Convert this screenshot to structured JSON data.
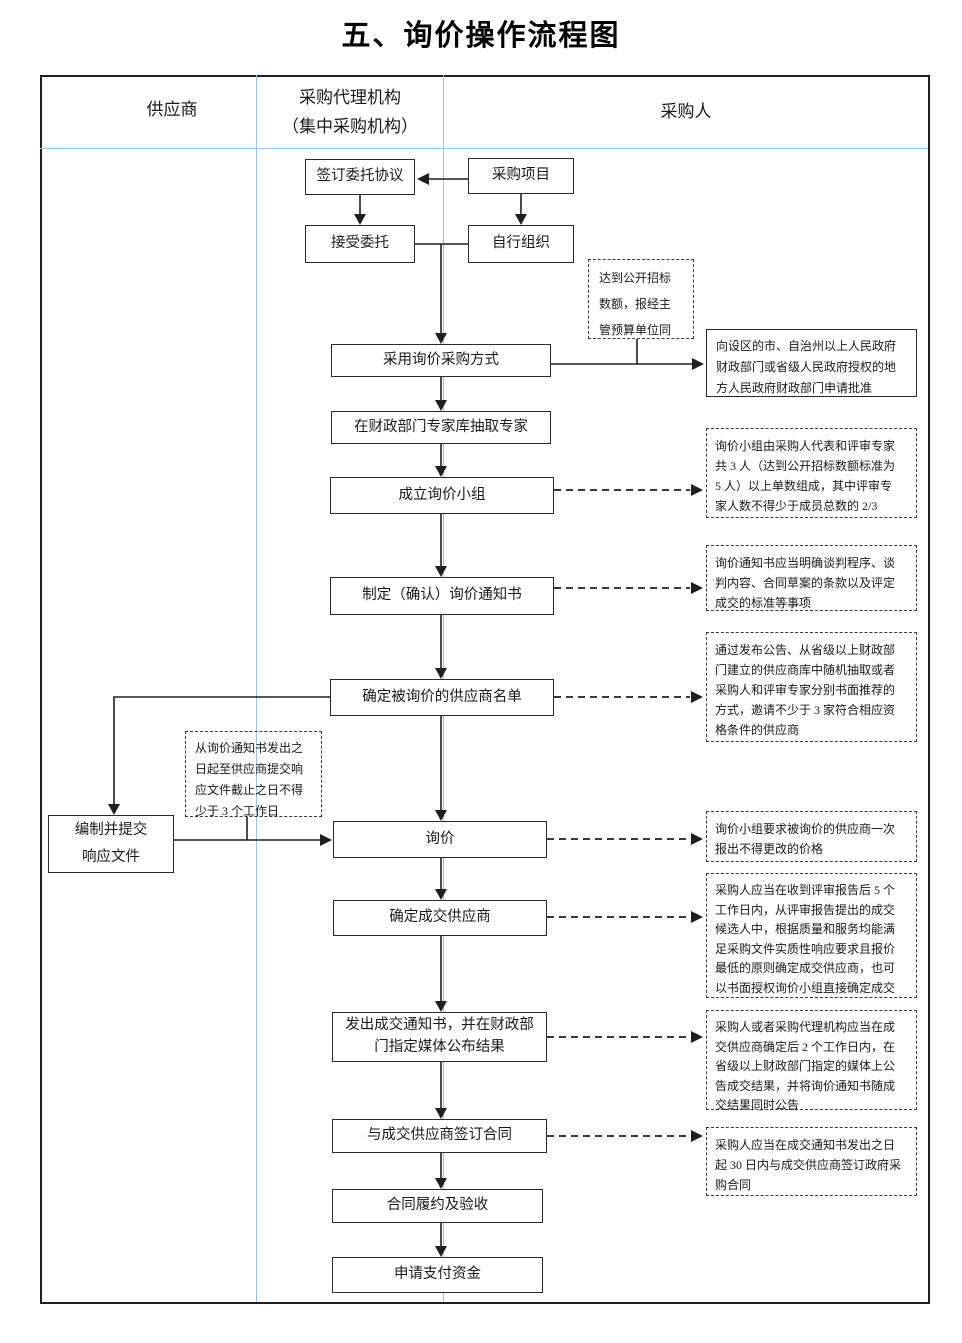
{
  "title": "五、询价操作流程图",
  "lanes": {
    "supplier": "供应商",
    "agency": "采购代理机构\n（集中采购机构）",
    "purchaser": "采购人"
  },
  "steps": {
    "sign_agreement": "签订委托协议",
    "procurement_project": "采购项目",
    "accept_entrustment": "接受委托",
    "self_organize": "自行组织",
    "adopt_inquiry_method": "采用询价采购方式",
    "extract_experts": "在财政部门专家库抽取专家",
    "form_inquiry_group": "成立询价小组",
    "make_inquiry_notice": "制定（确认）询价通知书",
    "determine_supplier_list": "确定被询价的供应商名单",
    "prepare_response": "编制并提交\n响应文件",
    "inquiry": "询价",
    "determine_winning_supplier": "确定成交供应商",
    "issue_award_notice": "发出成交通知书，并在财政部\n门指定媒体公布结果",
    "sign_contract": "与成交供应商签订合同",
    "contract_performance": "合同履约及验收",
    "apply_payment": "申请支付资金"
  },
  "notes": {
    "open_bid_threshold": "达到公开招标\n数额，报经主\n管预算单位同",
    "approval": "向设区的市、自治州以上人民政府\n财政部门或省级人民政府授权的地\n方人民政府财政部门申请批准",
    "group_composition": "询价小组由采购人代表和评审专家\n共 3 人（达到公开招标数额标准为\n5 人）以上单数组成，其中评审专\n家人数不得少于成员总数的 2/3",
    "notice_content": "询价通知书应当明确谈判程序、谈\n判内容、合同草案的条款以及评定\n成交的标准等事项",
    "supplier_selection": "通过发布公告、从省级以上财政部\n门建立的供应商库中随机抽取或者\n采购人和评审专家分别书面推荐的\n方式，邀请不少于 3 家符合相应资\n格条件的供应商",
    "response_deadline": "从询价通知书发出之\n日起至供应商提交响\n应文件截止之日不得\n少于 3 个工作日",
    "one_time_quote": "询价小组要求被询价的供应商一次\n报出不得更改的价格",
    "winner_determination": "采购人应当在收到评审报告后 5 个\n工作日内，从评审报告提出的成交\n候选人中，根据质量和服务均能满\n足采购文件实质性响应要求且报价\n最低的原则确定成交供应商，也可\n以书面授权询价小组直接确定成交",
    "result_announcement": "采购人或者采购代理机构应当在成\n交供应商确定后 2 个工作日内，在\n省级以上财政部门指定的媒体上公\n告成交结果，并将询价通知书随成\n交结果同时公告",
    "contract_deadline": "采购人应当在成交通知书发出之日\n起 30 日内与成交供应商签订政府采\n购合同"
  },
  "colors": {
    "lane_divider": "#9cc2e5",
    "connector_line": "#1f1f1f",
    "text": "#1a1a1a"
  }
}
